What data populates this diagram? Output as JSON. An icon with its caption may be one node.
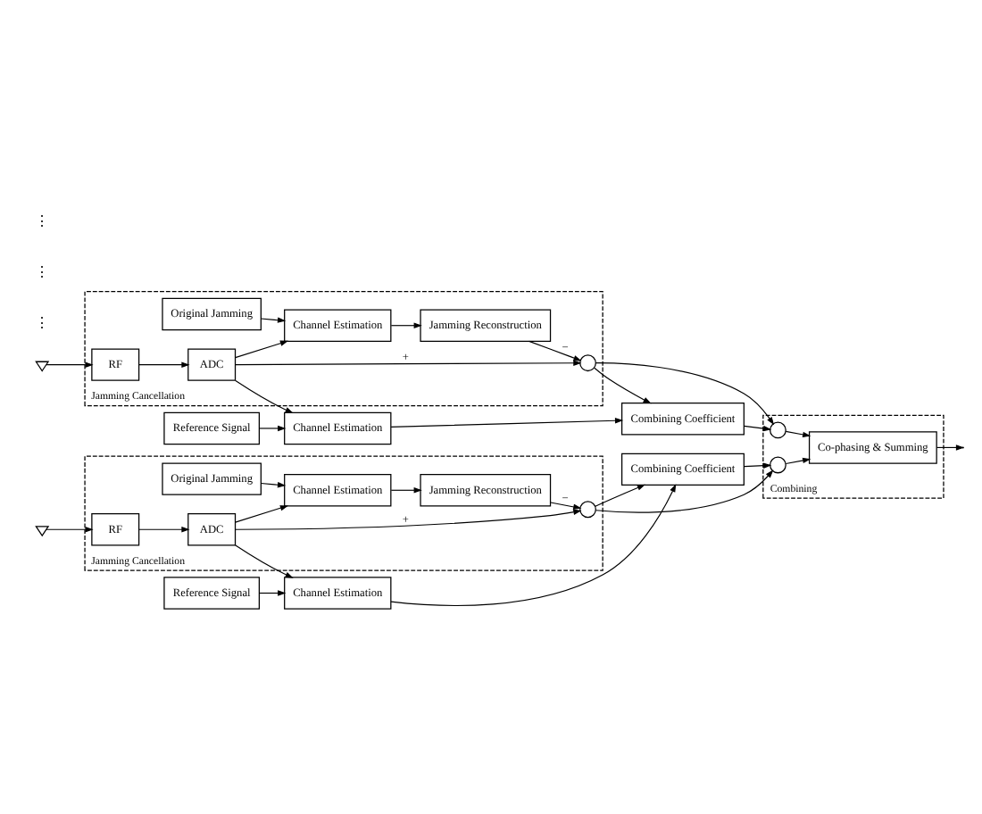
{
  "diagram": {
    "nodes": [
      {
        "text": [],
        "shape": "antenna"
      },
      {
        "text": [
          "Reference Signal"
        ]
      },
      {
        "text": [
          "Channel Estimation"
        ]
      },
      {
        "text": [
          "Combining Coefficient"
        ]
      },
      {
        "text": [
          "Jamming Cancellation"
        ]
      },
      {
        "text": [
          "RF"
        ],
        "in": 4
      },
      {
        "text": [
          "ADC"
        ],
        "in": 4
      },
      {
        "text": [],
        "shape": "circle",
        "in": 4
      },
      {
        "text": [
          "Original Jamming"
        ],
        "in": 4
      },
      {
        "text": [
          "Channel Estimation"
        ],
        "in": 4
      },
      {
        "text": [
          "Jamming Reconstruction"
        ],
        "in": 4
      },
      {
        "text": [
          "Combining"
        ]
      },
      {
        "text": [],
        "shape": "circle",
        "in": 11
      },
      {
        "text": [
          "Co-phasing & Summing"
        ],
        "in": 11
      },
      {
        "text": [],
        "shape": "antenna"
      },
      {
        "text": [
          "Reference Signal"
        ]
      },
      {
        "text": [
          "Channel Estimation"
        ]
      },
      {
        "text": [
          "Combining Coefficient"
        ]
      },
      {
        "text": [
          "Jamming Cancellation"
        ]
      },
      {
        "text": [
          "RF"
        ],
        "in": 18
      },
      {
        "text": [
          "ADC"
        ],
        "in": 18
      },
      {
        "text": [],
        "shape": "circle",
        "in": 18
      },
      {
        "text": [
          "Original Jamming"
        ],
        "in": 18
      },
      {
        "text": [
          "Channel Estimation"
        ],
        "in": 18
      },
      {
        "text": [
          "Jamming Reconstruction"
        ],
        "in": 18
      },
      {
        "text": [],
        "shape": "circle",
        "in": 11
      }
    ],
    "edges": [
      {
        "from": 0,
        "to": 5,
        "arrow": "to"
      },
      {
        "from": 1,
        "to": 2,
        "arrow": "to"
      },
      {
        "from": 6,
        "to": 2,
        "arrow": "to"
      },
      {
        "from": 2,
        "to": 3,
        "arrow": "to"
      },
      {
        "from": 3,
        "to": 12,
        "arrow": "to"
      },
      {
        "from": 5,
        "to": 6,
        "arrow": "to"
      },
      {
        "from": 6,
        "to": 7,
        "arrow": "to",
        "label": "+"
      },
      {
        "from": 6,
        "to": 9,
        "arrow": "to"
      },
      {
        "from": 8,
        "to": 9,
        "arrow": "to"
      },
      {
        "from": 9,
        "to": 10,
        "arrow": "to"
      },
      {
        "from": 10,
        "to": 7,
        "arrow": "to",
        "label": "−"
      },
      {
        "from": 7,
        "to": 3,
        "arrow": "to"
      },
      {
        "from": 7,
        "to": 12,
        "arrow": "to"
      },
      {
        "from": 12,
        "to": 13,
        "arrow": "to"
      },
      {
        "from": 14,
        "to": 19,
        "arrow": "to"
      },
      {
        "from": 15,
        "to": 16,
        "arrow": "to"
      },
      {
        "from": 20,
        "to": 16,
        "arrow": "to"
      },
      {
        "from": 16,
        "to": 17,
        "arrow": "to"
      },
      {
        "from": 17,
        "to": 25,
        "arrow": "to"
      },
      {
        "from": 19,
        "to": 20,
        "arrow": "to"
      },
      {
        "from": 20,
        "to": 21,
        "arrow": "to",
        "label": "+"
      },
      {
        "from": 20,
        "to": 23,
        "arrow": "to"
      },
      {
        "from": 22,
        "to": 23,
        "arrow": "to"
      },
      {
        "from": 23,
        "to": 24,
        "arrow": "to"
      },
      {
        "from": 24,
        "to": 21,
        "arrow": "to",
        "label": "−"
      },
      {
        "from": 21,
        "to": 17,
        "arrow": "to"
      },
      {
        "from": 21,
        "to": 25,
        "arrow": "to"
      },
      {
        "from": 25,
        "to": 13,
        "arrow": "to"
      },
      {
        "from": 13,
        "to": null,
        "arrow": "to"
      }
    ],
    "labels": [
      "⋮",
      "⋮",
      "⋮"
    ]
  }
}
